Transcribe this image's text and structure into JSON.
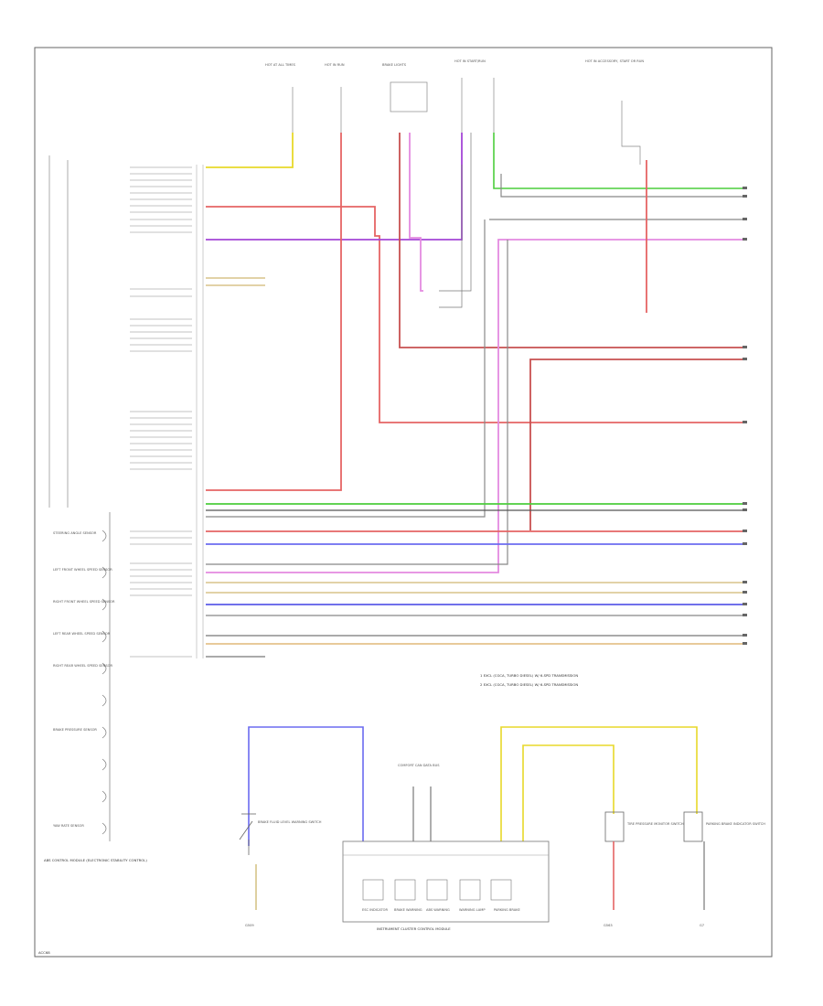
{
  "diagram": {
    "footer_code": "ACC68",
    "legend_notes": [
      "1  EXCL (CGCA, TURBO DIESEL) W/ 6-SPD TRANSMISSION",
      "2  EXCL (CGCA, TURBO DIESEL) W/ 6-SPD TRANSMISSION"
    ],
    "top_labels": [
      "HOT AT ALL TIMES",
      "HOT IN RUN",
      "BRAKE LIGHTS",
      "HOT IN START/RUN",
      "HOT IN ACCESSORY, START OR RUN"
    ],
    "left_module_label": "ABS CONTROL MODULE (ELECTRONIC STABILITY CONTROL)",
    "left_sensor_labels": [
      "STEERING ANGLE SENSOR",
      "LEFT FRONT WHEEL SPEED SENSOR",
      "RIGHT FRONT WHEEL SPEED SENSOR",
      "LEFT REAR WHEEL SPEED SENSOR",
      "RIGHT REAR WHEEL SPEED SENSOR",
      "BRAKE PRESSURE SENSOR",
      "YAW RATE SENSOR"
    ],
    "bottom_components": {
      "brake_switch": "BRAKE FLUID LEVEL WARNING SWITCH",
      "brake_switch_ground": "G509",
      "cluster": "INSTRUMENT CLUSTER CONTROL MODULE",
      "cluster_top": "COMFORT CAN DATA BUS",
      "indicators": [
        "ESC INDICATOR",
        "BRAKE WARNING",
        "ABS WARNING",
        "WARNING LAMP",
        "PARKING BRAKE"
      ],
      "tire_pressure": "TIRE PRESSURE MONITOR SWITCH",
      "tire_pressure_ground": "G563",
      "parking_brake": "PARKING BRAKE INDICATOR SWITCH",
      "parking_brake_ground": "G7"
    },
    "wire_colors": {
      "yellow": "#e8d92a",
      "red": "#e56464",
      "violet": "#a446d6",
      "green": "#4ccd3c",
      "blue": "#5b5be8",
      "tan": "#d9c48a",
      "gray": "#888888",
      "pink": "#e48ae0",
      "dark": "#444444"
    }
  }
}
